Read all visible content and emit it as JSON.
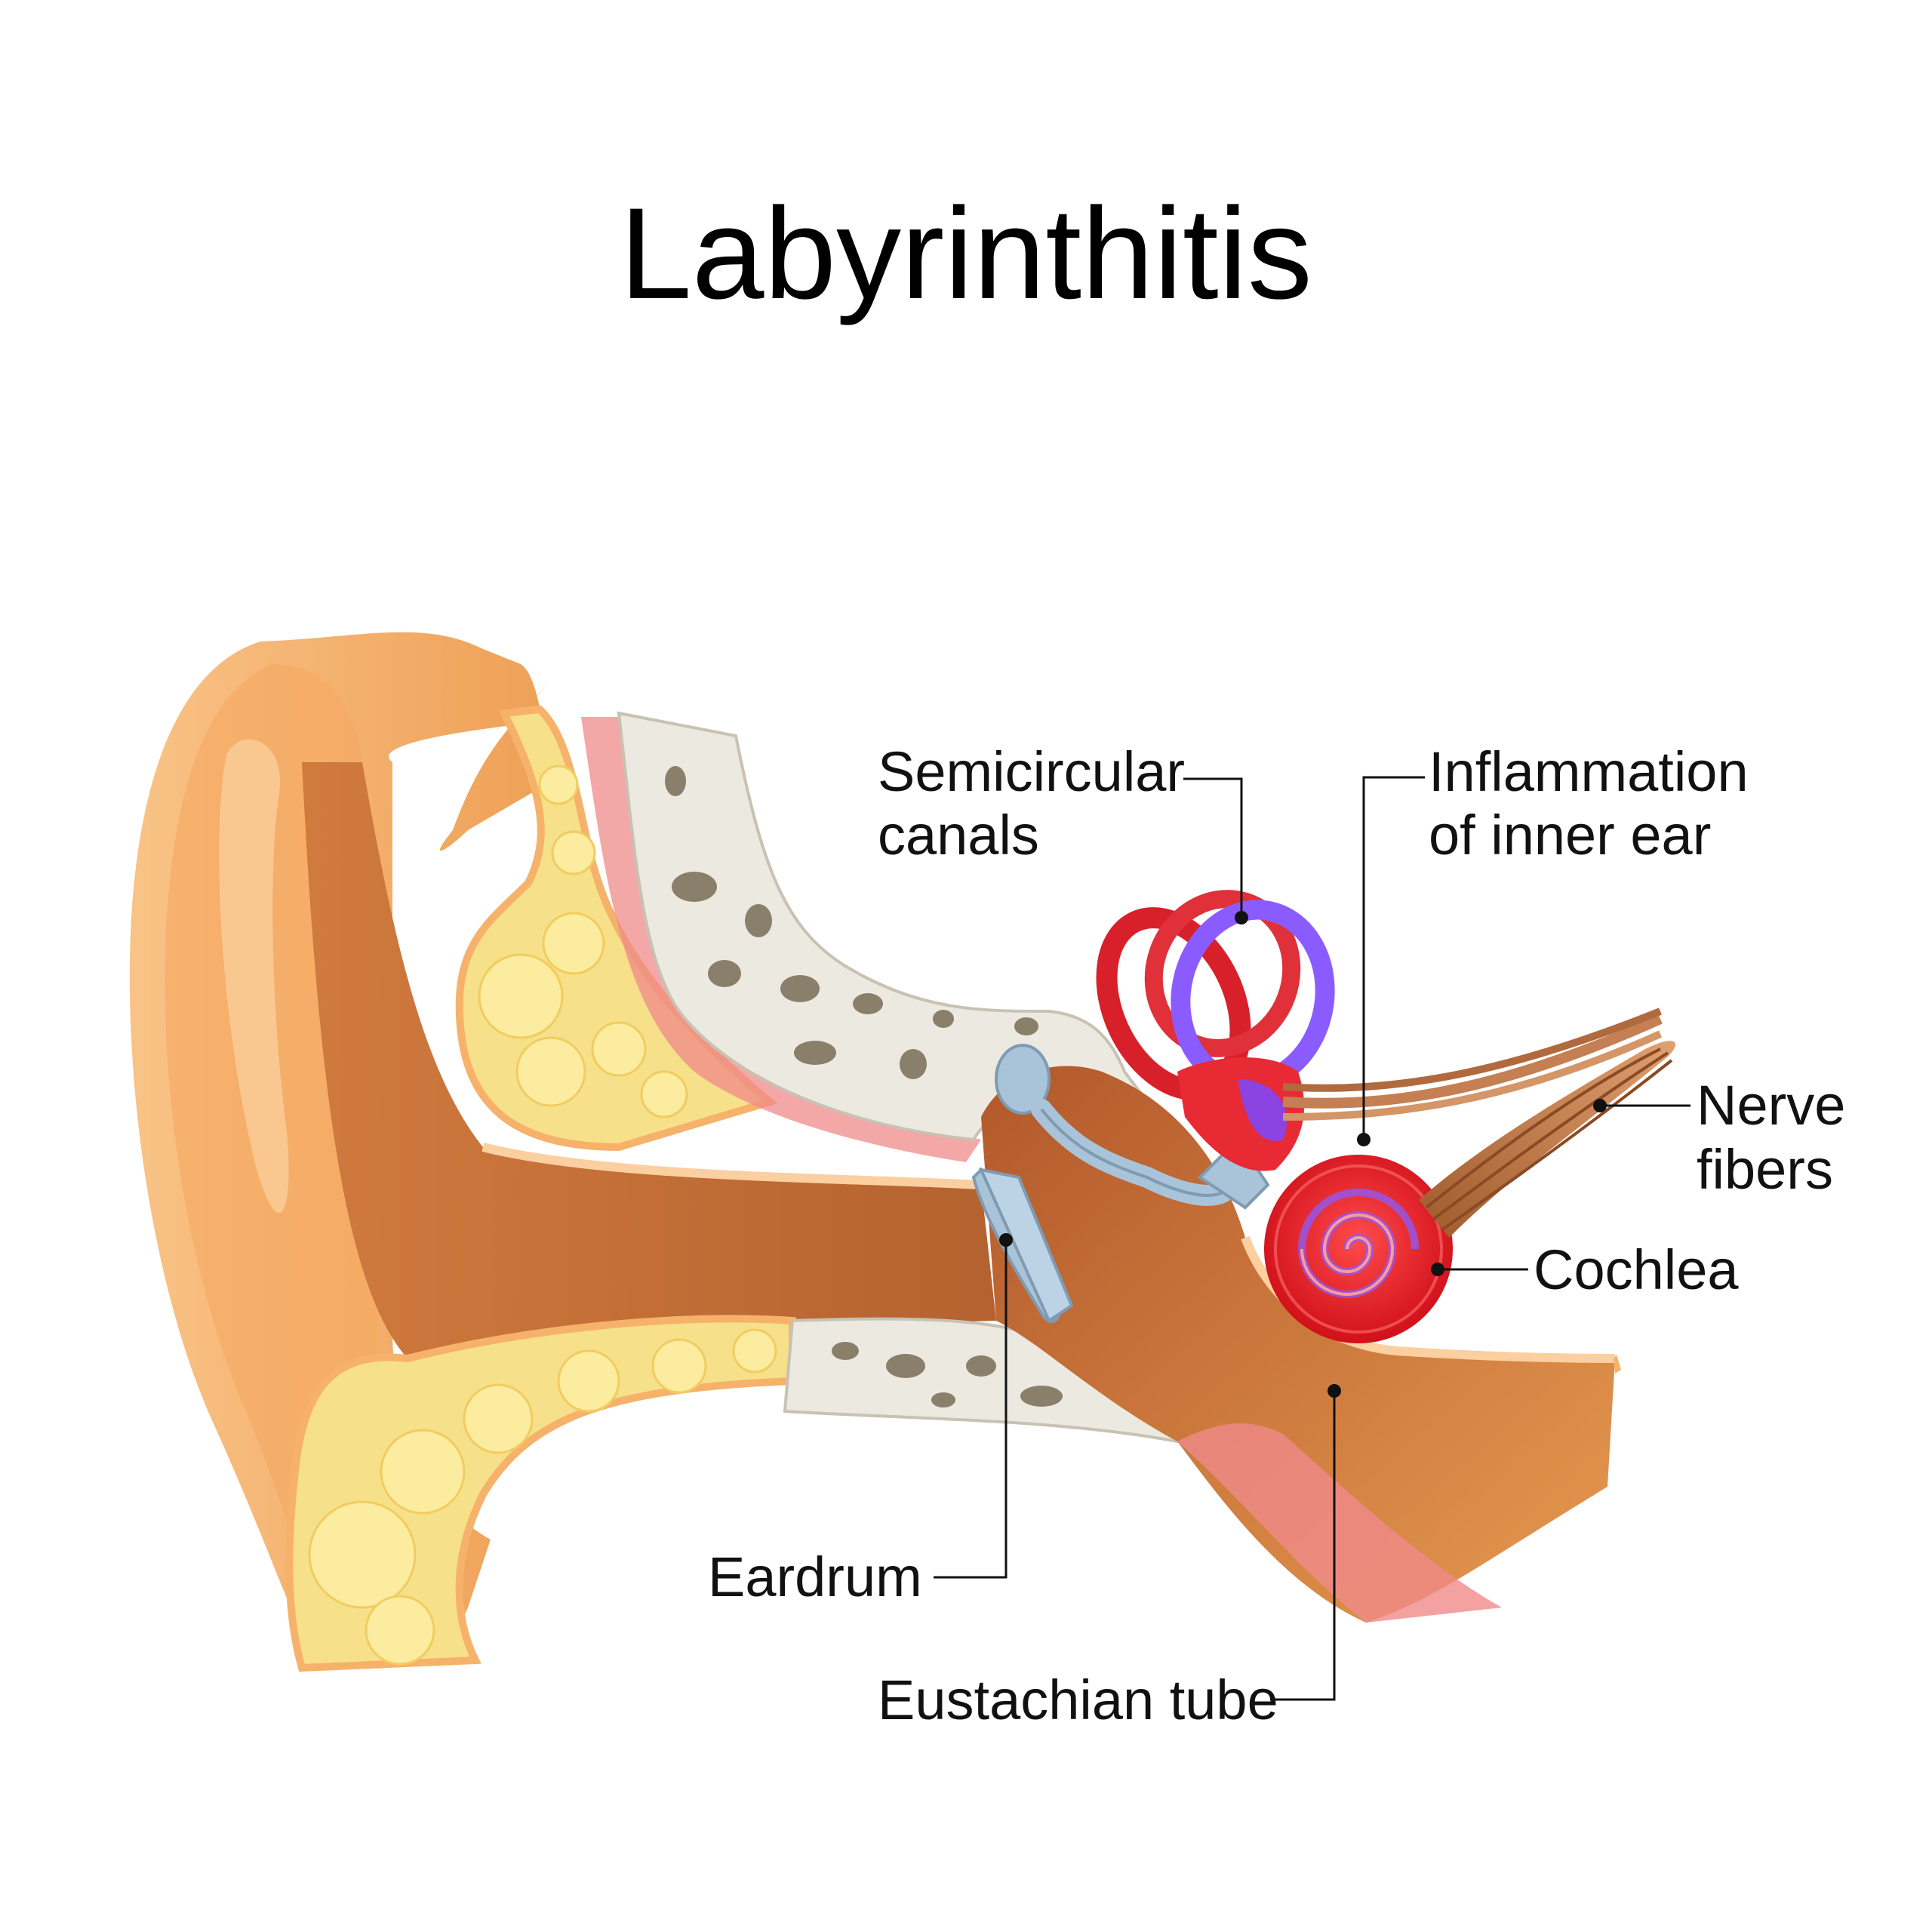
{
  "title": "Labyrinthitis",
  "labels": {
    "semicircular_line1": "Semicircular",
    "semicircular_line2": "canals",
    "inflammation_line1": "Inflammation",
    "inflammation_line2": "of inner ear",
    "nerve_line1": "Nerve",
    "nerve_line2": "fibers",
    "cochlea": "Cochlea",
    "eardrum": "Eardrum",
    "eustachian": "Eustachian tube"
  },
  "colors": {
    "skin_light": "#f6b26b",
    "skin_mid": "#e89a52",
    "canal": "#c9703b",
    "fat": "#f7e08a",
    "bone": "#ece9e1",
    "bone_holes": "#8a7f6a",
    "muscle": "#f08a8a",
    "ossicles": "#a9c3d8",
    "inflamed": "#e0202a",
    "canal_violet": "#8a5cff",
    "nerve": "#b5693a"
  }
}
